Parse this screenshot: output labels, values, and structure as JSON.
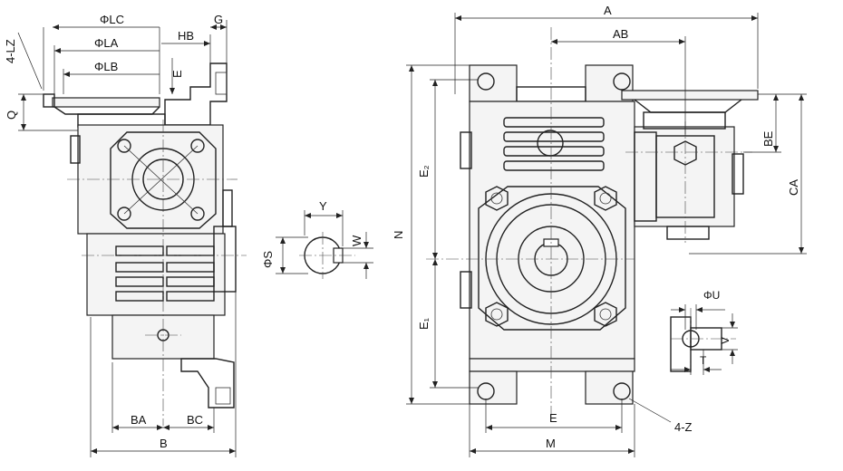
{
  "labels": {
    "A": "A",
    "AB": "AB",
    "B": "B",
    "BA": "BA",
    "BC": "BC",
    "BE": "BE",
    "CA": "CA",
    "E": "E",
    "E_flange": "E",
    "E1": "E₁",
    "E2": "E₂",
    "G": "G",
    "HB": "HB",
    "LA": "ΦLA",
    "LB": "ΦLB",
    "LC": "ΦLC",
    "LZ": "4-LZ",
    "M": "M",
    "N": "N",
    "Q": "Q",
    "S": "ΦS",
    "T": "T",
    "U": "ΦU",
    "V": "V",
    "W": "W",
    "Y": "Y",
    "Z": "4-Z"
  }
}
